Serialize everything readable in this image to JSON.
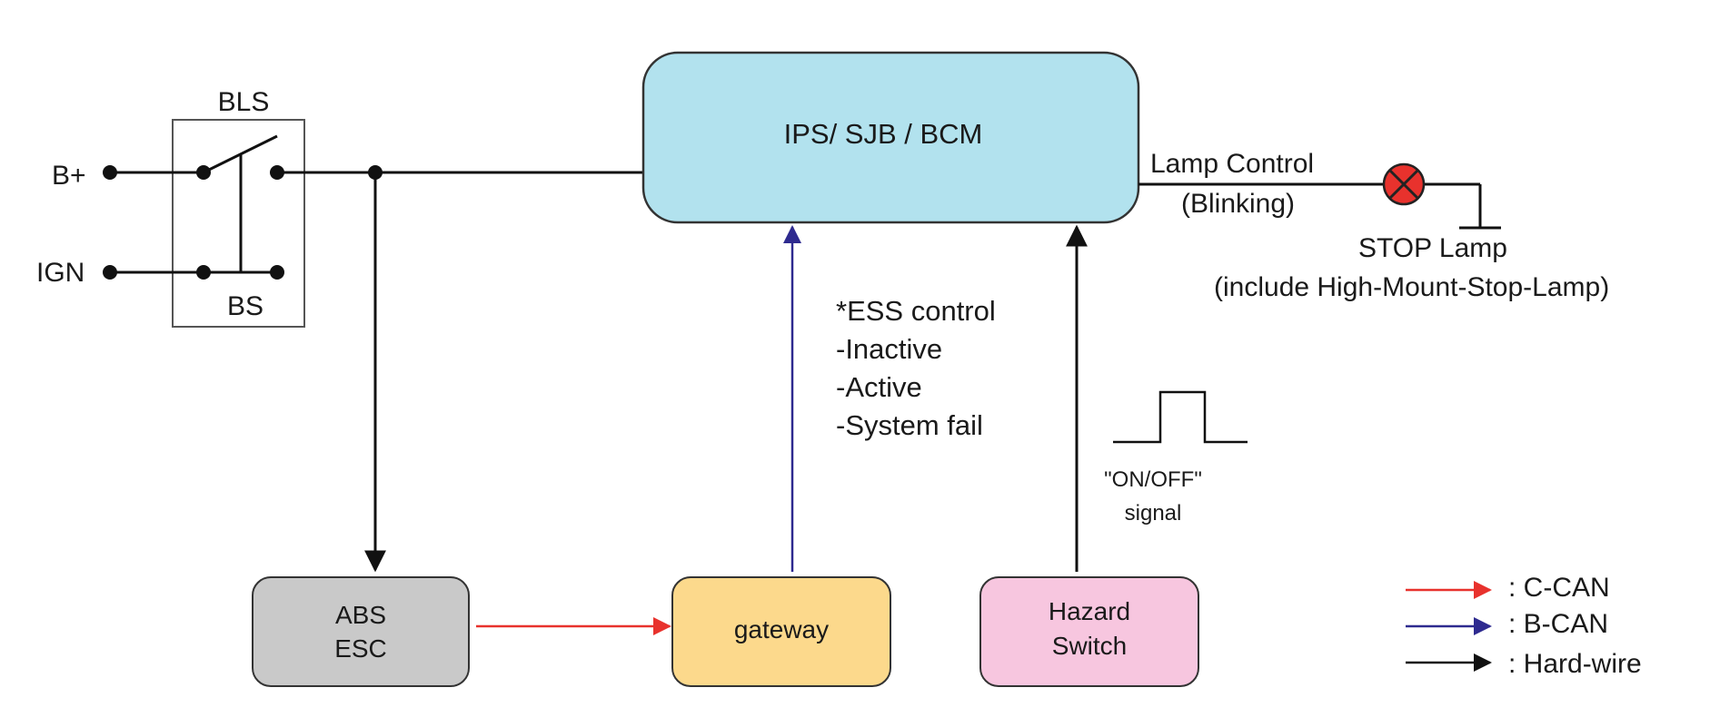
{
  "switches": {
    "bls_label": "BLS",
    "bs_label": "BS",
    "b_plus_label": "B+",
    "ign_label": "IGN"
  },
  "modules": {
    "bcm": "IPS/ SJB / BCM",
    "abs_line1": "ABS",
    "abs_line2": "ESC",
    "gateway": "gateway",
    "hazard_line1": "Hazard",
    "hazard_line2": "Switch"
  },
  "lamp": {
    "control_line1": "Lamp Control",
    "control_line2": "(Blinking)",
    "name": "STOP Lamp",
    "note": "(include High-Mount-Stop-Lamp)"
  },
  "ess": {
    "title": "*ESS control",
    "states": [
      "-Inactive",
      "-Active",
      "-System fail"
    ]
  },
  "signal": {
    "line1": "\"ON/OFF\"",
    "line2": "signal"
  },
  "legend": [
    {
      "label": ": C-CAN",
      "color": "#e8322d"
    },
    {
      "label": ": B-CAN",
      "color": "#2e2a8f"
    },
    {
      "label": ": Hard-wire",
      "color": "#111111"
    }
  ],
  "colors": {
    "bcm_fill": "#b2e2ee",
    "abs_fill": "#c9c9c9",
    "gateway_fill": "#fcd98c",
    "hazard_fill": "#f7c6df",
    "lamp_fill": "#e8322d",
    "c_can": "#e8322d",
    "b_can": "#2e2a8f",
    "hard_wire": "#111111"
  }
}
